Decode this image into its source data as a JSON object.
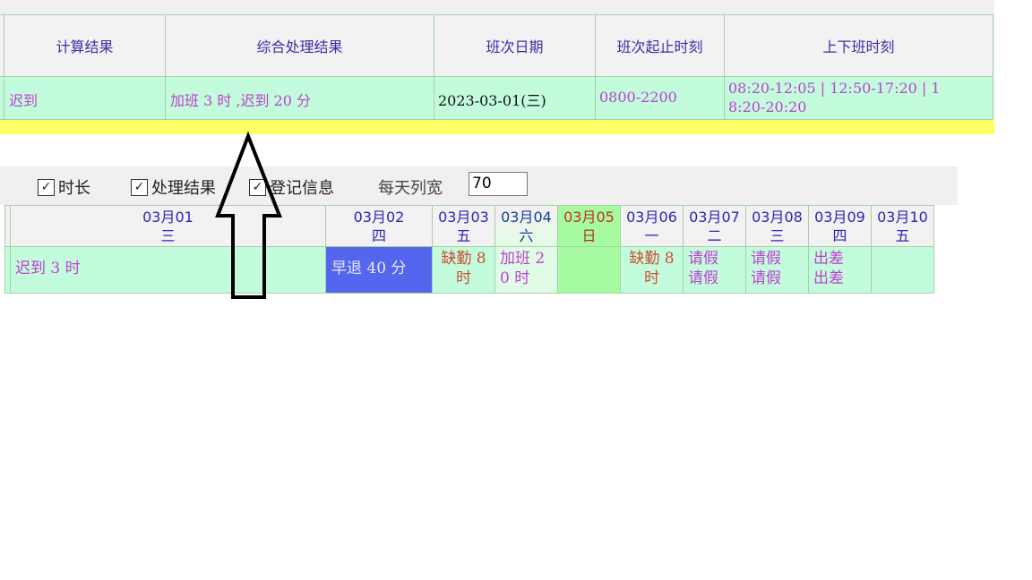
{
  "top_table": {
    "headers": [
      "计算结果",
      "综合处理结果",
      "班次日期",
      "班次起止时刻",
      "上下班时刻"
    ],
    "row": {
      "calc": "迟到",
      "combined": "加班 3 时 ,迟到 20 分",
      "date": "2023-03-01(三)",
      "shift": "0800-2200",
      "clock_line1": "08:20-12:05 | 12:50-17:20 | 1",
      "clock_line2": "8:20-20:20"
    }
  },
  "toolbar": {
    "duration": "时长",
    "result": "处理结果",
    "register": "登记信息",
    "col_width_label": "每天列宽",
    "col_width_value": "70"
  },
  "grid": {
    "days": [
      {
        "date": "03月01",
        "wd": "三",
        "l1": "迟到 3 时",
        "l2": ""
      },
      {
        "date": "03月02",
        "wd": "四",
        "l1": "早退 40 分",
        "l2": ""
      },
      {
        "date": "03月03",
        "wd": "五",
        "l1": "缺勤 8",
        "l2": "时"
      },
      {
        "date": "03月04",
        "wd": "六",
        "l1": "加班 2",
        "l2": "0 时"
      },
      {
        "date": "03月05",
        "wd": "日",
        "l1": "",
        "l2": ""
      },
      {
        "date": "03月06",
        "wd": "一",
        "l1": "缺勤 8",
        "l2": "时"
      },
      {
        "date": "03月07",
        "wd": "二",
        "l1": "请假",
        "l2": "请假"
      },
      {
        "date": "03月08",
        "wd": "三",
        "l1": "请假",
        "l2": "请假"
      },
      {
        "date": "03月09",
        "wd": "四",
        "l1": "出差",
        "l2": "出差"
      },
      {
        "date": "03月10",
        "wd": "五",
        "l1": "",
        "l2": ""
      }
    ]
  },
  "colors": {
    "row_green": "#c2fcdc",
    "highlight_blue": "#5566ee",
    "sunday_green": "#a6fba0",
    "yellow": "#ffff66"
  }
}
